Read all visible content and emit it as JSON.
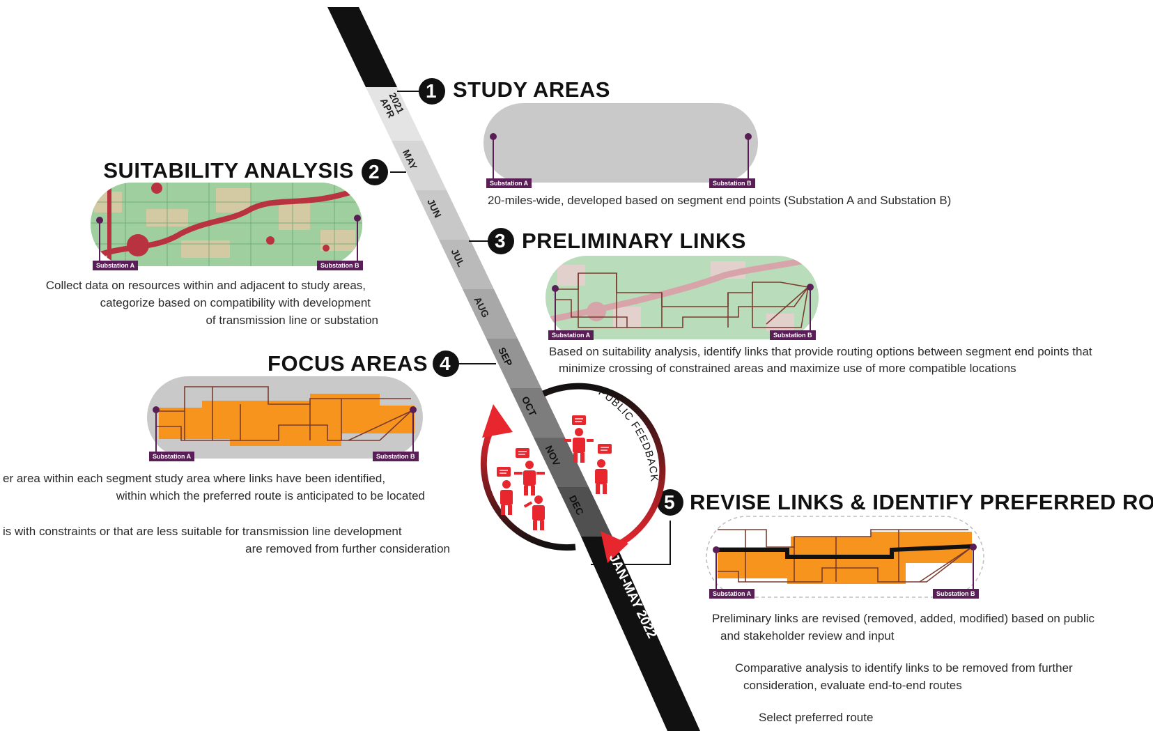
{
  "timeline": {
    "months": [
      "2021 APR",
      "MAY",
      "JUN",
      "JUL",
      "AUG",
      "SEP",
      "OCT",
      "NOV",
      "DEC"
    ],
    "final_period": "JAN-MAY 2022"
  },
  "feedback_label": "PUBLIC FEEDBACK",
  "substation_a": "Substation A",
  "substation_b": "Substation B",
  "steps": [
    {
      "number": "1",
      "title": "STUDY AREAS",
      "descriptions": [
        "20-miles-wide, developed based on segment end points (Substation A and Substation B)"
      ]
    },
    {
      "number": "2",
      "title": "SUITABILITY ANALYSIS",
      "descriptions": [
        "Collect data on resources within and adjacent to study areas,",
        "categorize based on compatibility with development",
        "of transmission line or substation"
      ]
    },
    {
      "number": "3",
      "title": "PRELIMINARY LINKS",
      "descriptions": [
        "Based on suitability analysis, identify links that provide routing options between segment end points that",
        "minimize crossing of constrained areas and maximize use of more compatible locations"
      ]
    },
    {
      "number": "4",
      "title": "FOCUS AREAS",
      "descriptions": [
        "er area within each segment study area where links have been identified,",
        "within which the preferred route is anticipated to be located",
        "is with constraints or that are less suitable for transmission line development",
        "are removed from further consideration"
      ]
    },
    {
      "number": "5",
      "title": "REVISE LINKS & IDENTIFY PREFERRED ROU",
      "descriptions": [
        "Preliminary links are revised (removed, added, modified) based on public",
        "and stakeholder review and input",
        "Comparative analysis to identify links to be removed from further",
        "consideration, evaluate end-to-end routes",
        "Select preferred route"
      ]
    }
  ],
  "colors": {
    "timeline_black": "#111111",
    "substation_purple": "#5a1e57",
    "feedback_red": "#e8262d",
    "focus_orange": "#f7941d",
    "map_green": "#8fc79a",
    "map_red": "#b8323f"
  }
}
